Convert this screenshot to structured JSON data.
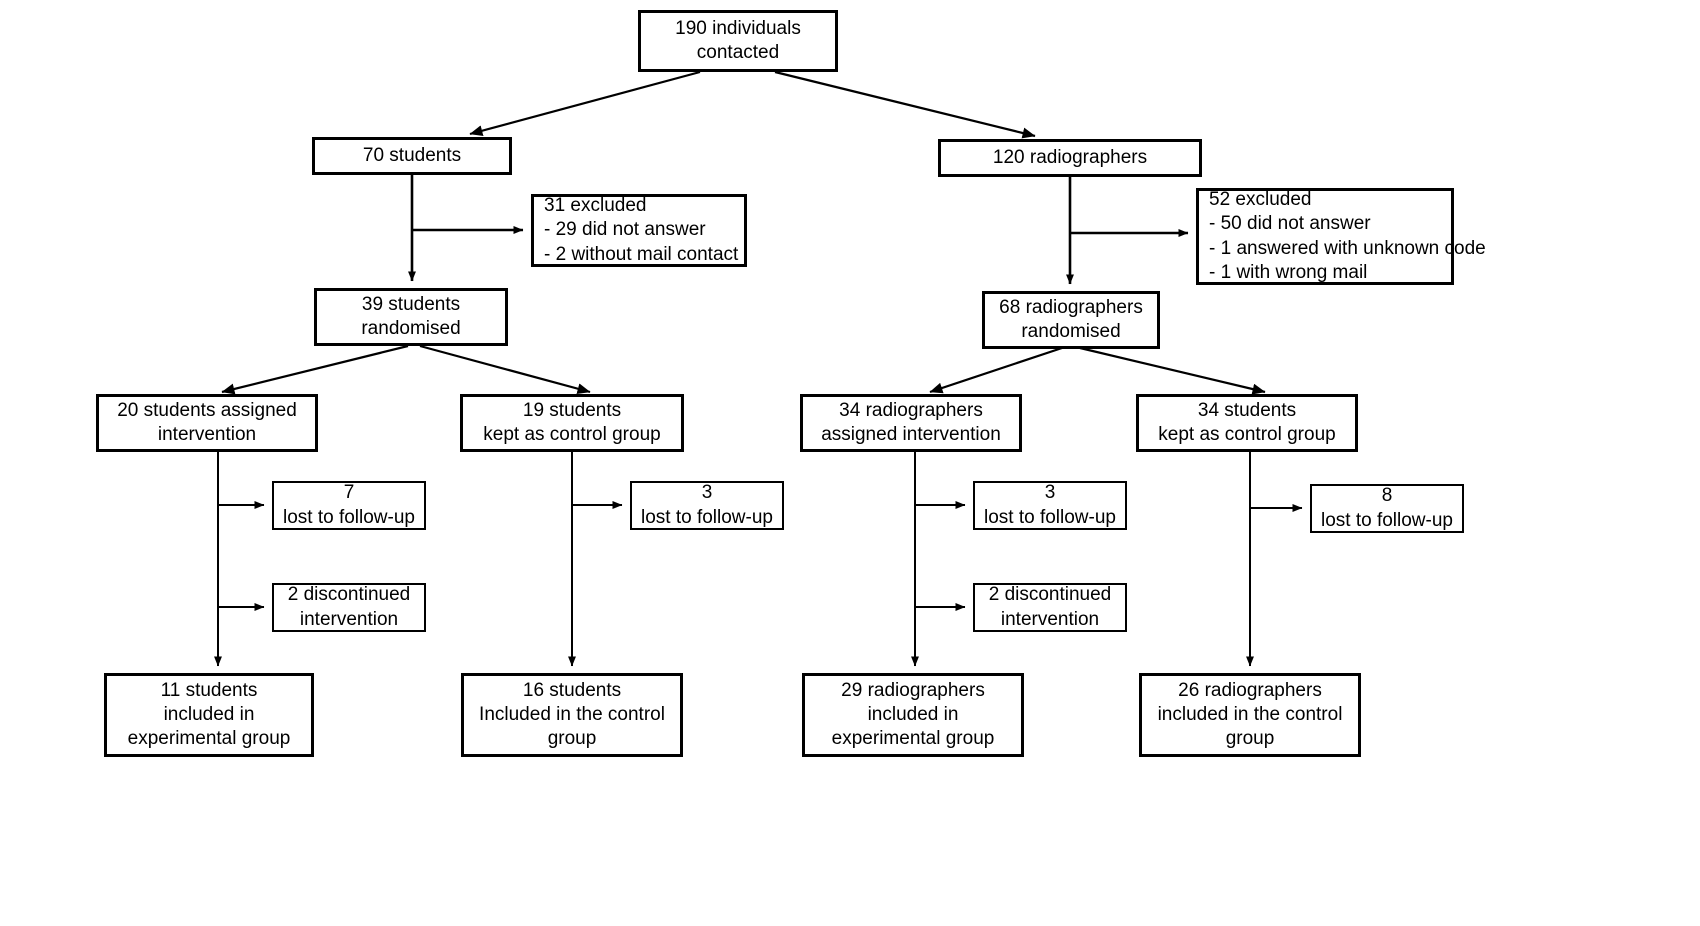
{
  "diagram": {
    "title": "CONSORT participant flow diagram",
    "type": "flowchart",
    "stroke_color": "#000000",
    "background_color": "#ffffff"
  },
  "nodes": {
    "contacted": {
      "lines": [
        "190 individuals",
        "contacted"
      ]
    },
    "students_total": {
      "lines": [
        "70 students"
      ]
    },
    "radiographers_total": {
      "lines": [
        "120 radiographers"
      ]
    },
    "students_excluded": {
      "lines": [
        "31 excluded",
        "- 29 did not answer",
        "- 2 without mail contact"
      ]
    },
    "radiographers_excluded": {
      "lines": [
        "52 excluded",
        "- 50 did not answer",
        "- 1 answered with unknown code",
        "- 1 with wrong mail"
      ]
    },
    "students_randomised": {
      "lines": [
        "39 students",
        "randomised"
      ]
    },
    "radiographers_randomised": {
      "lines": [
        "68 radiographers",
        "randomised"
      ]
    },
    "students_intervention": {
      "lines": [
        "20 students assigned",
        "intervention"
      ]
    },
    "students_control": {
      "lines": [
        "19 students",
        "kept as control group"
      ]
    },
    "radiographers_intervention": {
      "lines": [
        "34 radiographers",
        "assigned intervention"
      ]
    },
    "radiographers_control": {
      "lines": [
        "34 students",
        "kept as control group"
      ]
    },
    "students_intervention_lost": {
      "lines": [
        "7",
        "lost to follow-up"
      ]
    },
    "students_intervention_discontinued": {
      "lines": [
        "2 discontinued",
        "intervention"
      ]
    },
    "students_control_lost": {
      "lines": [
        "3",
        "lost to follow-up"
      ]
    },
    "radiographers_intervention_lost": {
      "lines": [
        "3",
        "lost to follow-up"
      ]
    },
    "radiographers_intervention_discontinued": {
      "lines": [
        "2 discontinued",
        "intervention"
      ]
    },
    "radiographers_control_lost": {
      "lines": [
        "8",
        "lost to follow-up"
      ]
    },
    "students_experimental_final": {
      "lines": [
        "11 students",
        "included in",
        "experimental group"
      ]
    },
    "students_control_final": {
      "lines": [
        "16 students",
        "Included in the control",
        "group"
      ]
    },
    "radiographers_experimental_final": {
      "lines": [
        "29 radiographers",
        "included in",
        "experimental group"
      ]
    },
    "radiographers_control_final": {
      "lines": [
        "26 radiographers",
        "included in the control",
        "group"
      ]
    }
  },
  "chart_data": {
    "type": "flowchart",
    "title": "CONSORT participant flow diagram",
    "stages": [
      {
        "stage": "contacted",
        "label": "190 individuals contacted",
        "value": 190
      },
      {
        "stage": "arm-students",
        "label": "70 students",
        "value": 70
      },
      {
        "stage": "arm-radiographers",
        "label": "120 radiographers",
        "value": 120
      },
      {
        "stage": "excluded-students",
        "label": "31 excluded",
        "value": 31,
        "breakdown": [
          {
            "label": "did not answer",
            "value": 29
          },
          {
            "label": "without mail contact",
            "value": 2
          }
        ]
      },
      {
        "stage": "excluded-radiographers",
        "label": "52 excluded",
        "value": 52,
        "breakdown": [
          {
            "label": "did not answer",
            "value": 50
          },
          {
            "label": "answered with unknown code",
            "value": 1
          },
          {
            "label": "with wrong mail",
            "value": 1
          }
        ]
      },
      {
        "stage": "randomised-students",
        "label": "39 students randomised",
        "value": 39
      },
      {
        "stage": "randomised-radiographers",
        "label": "68 radiographers randomised",
        "value": 68
      },
      {
        "stage": "students-intervention",
        "label": "20 students assigned intervention",
        "value": 20
      },
      {
        "stage": "students-control",
        "label": "19 students kept as control group",
        "value": 19
      },
      {
        "stage": "radiographers-intervention",
        "label": "34 radiographers assigned intervention",
        "value": 34
      },
      {
        "stage": "radiographers-control",
        "label": "34 students kept as control group",
        "value": 34
      },
      {
        "stage": "students-intervention-lost",
        "label": "7 lost to follow-up",
        "value": 7
      },
      {
        "stage": "students-intervention-discontinued",
        "label": "2 discontinued intervention",
        "value": 2
      },
      {
        "stage": "students-control-lost",
        "label": "3 lost to follow-up",
        "value": 3
      },
      {
        "stage": "radiographers-intervention-lost",
        "label": "3 lost to follow-up",
        "value": 3
      },
      {
        "stage": "radiographers-intervention-discontinued",
        "label": "2 discontinued intervention",
        "value": 2
      },
      {
        "stage": "radiographers-control-lost",
        "label": "8 lost to follow-up",
        "value": 8
      },
      {
        "stage": "students-experimental-final",
        "label": "11 students included in experimental group",
        "value": 11
      },
      {
        "stage": "students-control-final",
        "label": "16 students Included in the control group",
        "value": 16
      },
      {
        "stage": "radiographers-experimental-final",
        "label": "29 radiographers included in experimental group",
        "value": 29
      },
      {
        "stage": "radiographers-control-final",
        "label": "26 radiographers included in the control group",
        "value": 26
      }
    ]
  }
}
